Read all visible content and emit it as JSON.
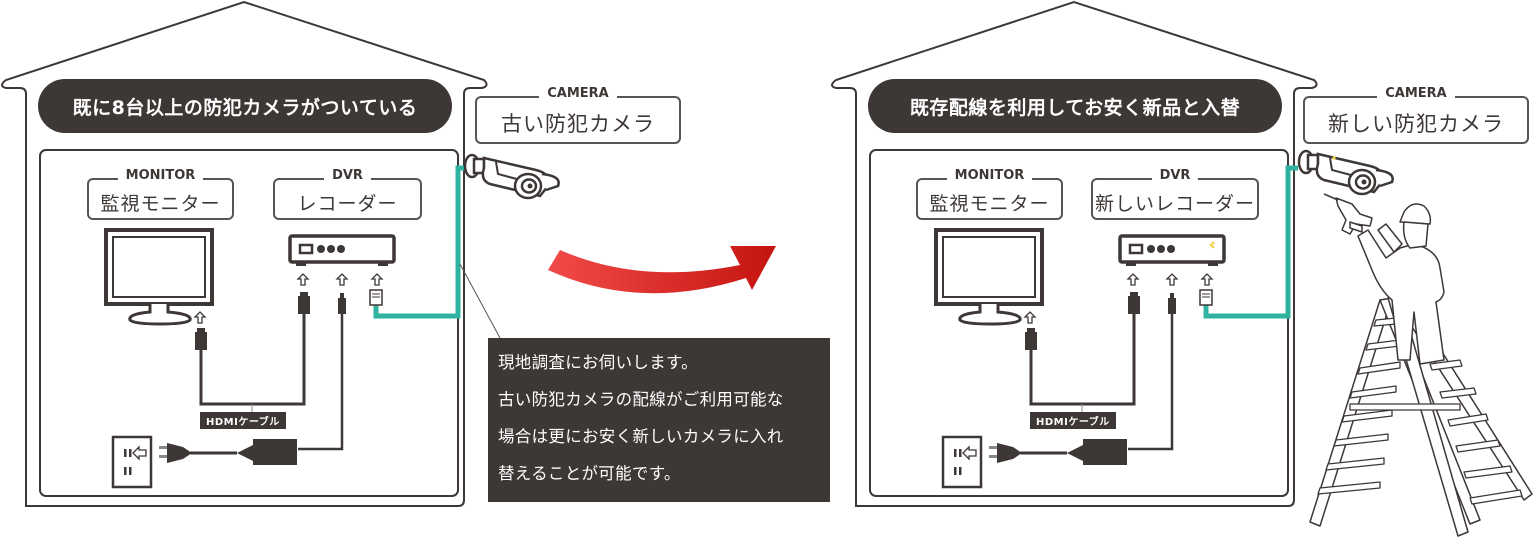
{
  "colors": {
    "line": "#3d3735",
    "cable_teal": "#2fb3a0",
    "arrow_red": "#e02020",
    "pill_bg": "#3d3735"
  },
  "before": {
    "title": "既に8台以上の防犯カメラがついている",
    "camera": {
      "heading": "CAMERA",
      "label": "古い防犯カメラ"
    },
    "monitor": {
      "heading": "MONITOR",
      "label": "監視モニター"
    },
    "dvr": {
      "heading": "DVR",
      "label": "レコーダー"
    },
    "hdmi_label": "HDMIケーブル"
  },
  "info_box": {
    "lines": [
      "現地調査にお伺いします。",
      "古い防犯カメラの配線がご利用可能な",
      "場合は更にお安く新しいカメラに入れ",
      "替えることが可能です。"
    ]
  },
  "transition_arrow": {
    "icon": "curved-arrow-right-icon"
  },
  "after": {
    "title": "既存配線を利用してお安く新品と入替",
    "camera": {
      "heading": "CAMERA",
      "label": "新しい防犯カメラ"
    },
    "monitor": {
      "heading": "MONITOR",
      "label": "監視モニター"
    },
    "dvr": {
      "heading": "DVR",
      "label": "新しいレコーダー"
    },
    "hdmi_label": "HDMIケーブル",
    "worker": {
      "icon": "worker-on-ladder-icon"
    }
  }
}
